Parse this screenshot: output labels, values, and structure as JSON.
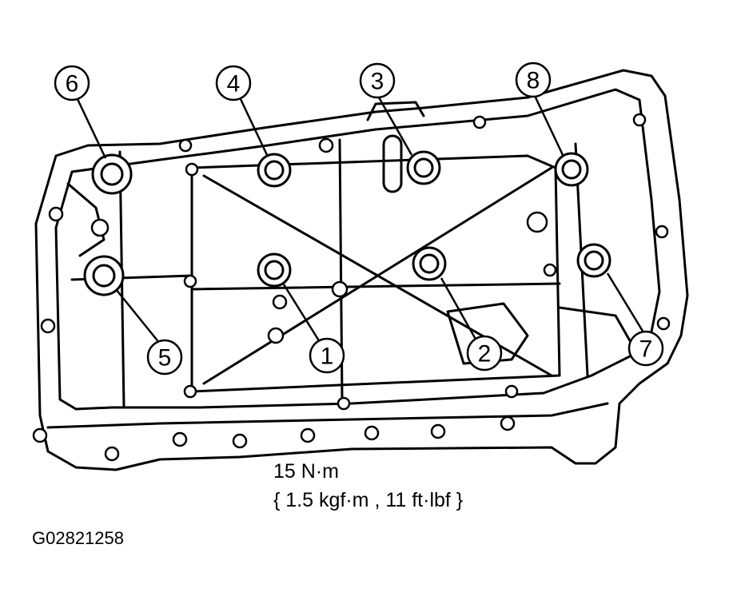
{
  "callouts": [
    {
      "id": "1",
      "label": "1"
    },
    {
      "id": "2",
      "label": "2"
    },
    {
      "id": "3",
      "label": "3"
    },
    {
      "id": "4",
      "label": "4"
    },
    {
      "id": "5",
      "label": "5"
    },
    {
      "id": "6",
      "label": "6"
    },
    {
      "id": "7",
      "label": "7"
    },
    {
      "id": "8",
      "label": "8"
    }
  ],
  "torque": {
    "line1": "15 N·m",
    "line2": "{ 1.5 kgf·m , 11 ft·lbf }"
  },
  "figure_id": "G02821258",
  "colors": {
    "ink": "#000000",
    "paper": "#ffffff"
  }
}
